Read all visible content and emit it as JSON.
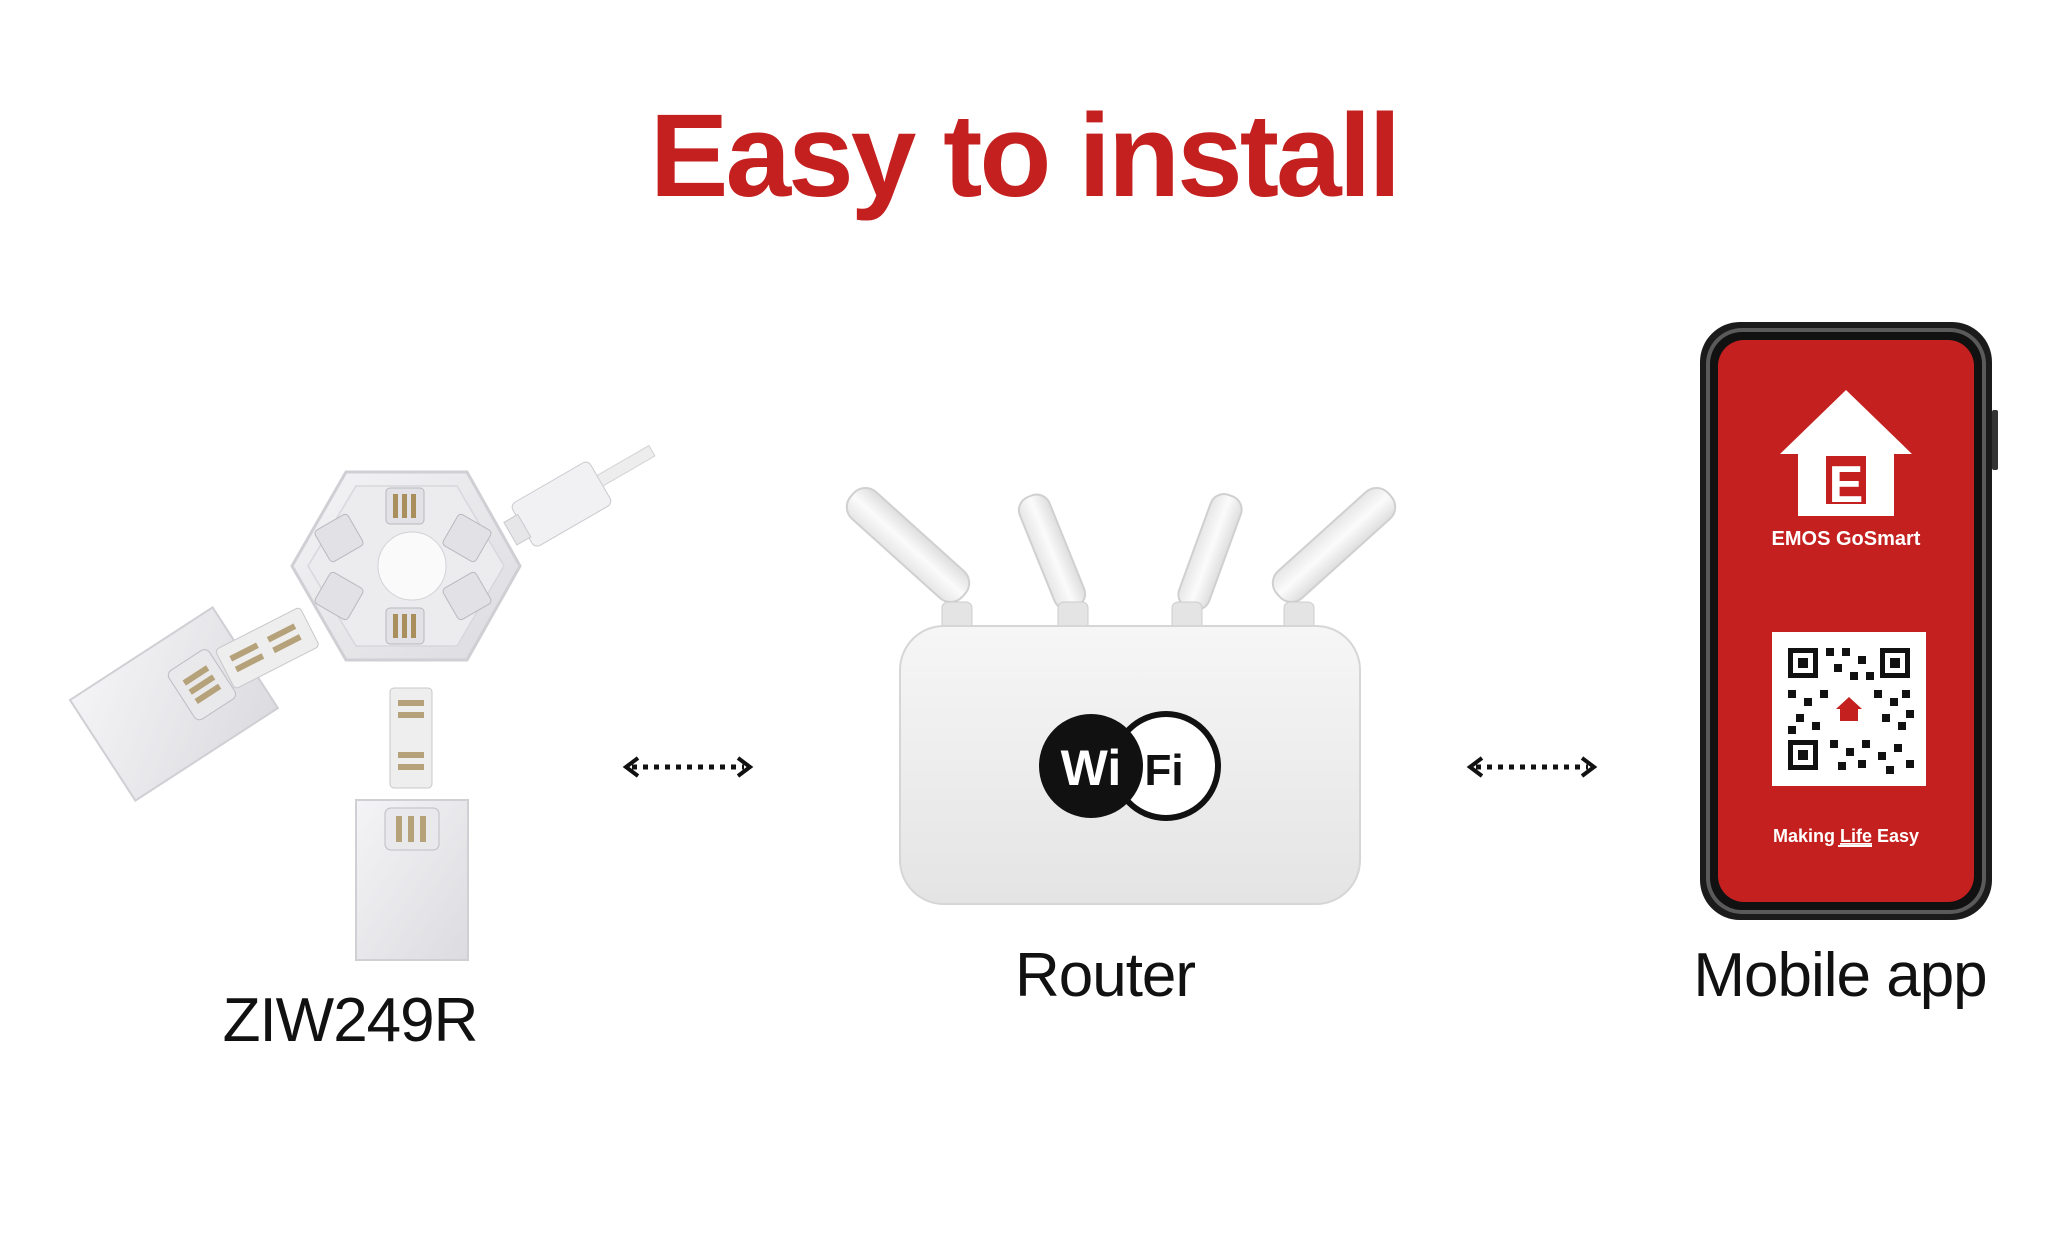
{
  "title": "Easy to install",
  "colors": {
    "brand_red": "#C4201F",
    "text": "#111111",
    "background": "#FFFFFF"
  },
  "device": {
    "label": "ZIW249R"
  },
  "router": {
    "label": "Router",
    "badge": {
      "left": "Wi",
      "right": "Fi"
    }
  },
  "phone": {
    "label": "Mobile app",
    "app_name": "EMOS GoSmart",
    "logo_letter": "E",
    "tagline_prefix": "Making ",
    "tagline_emphasis": "Life",
    "tagline_suffix": " Easy"
  },
  "icons": [
    "hexagon-controller-icon",
    "double-arrow-icon",
    "router-icon",
    "wifi-logo-icon",
    "smartphone-icon",
    "emos-house-logo-icon",
    "qr-code-icon"
  ]
}
